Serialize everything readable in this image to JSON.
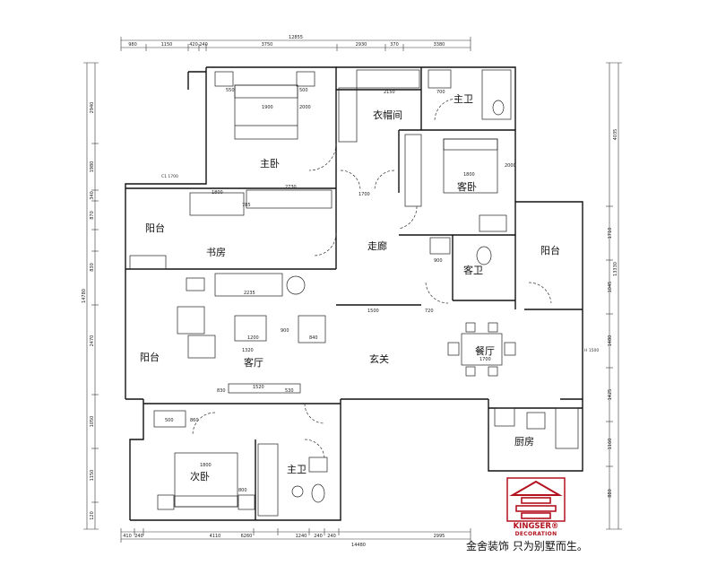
{
  "rooms": {
    "master_bedroom": "主卧",
    "cloakroom": "衣帽间",
    "master_bath": "主卫",
    "guest_bedroom": "客卧",
    "balcony_left_upper": "阳台",
    "study": "书房",
    "corridor": "走廊",
    "guest_bath": "客卫",
    "balcony_right": "阳台",
    "balcony_left_lower": "阳台",
    "living_room": "客厅",
    "foyer": "玄关",
    "dining_room": "餐厅",
    "kitchen": "厨房",
    "second_bedroom": "次卧",
    "second_bath": "主卫"
  },
  "dimensions": {
    "top_total": "12855",
    "top_segments": [
      "980",
      "1150",
      "420",
      "240",
      "3750",
      "2930",
      "370",
      "3380"
    ],
    "bottom_total": "14480",
    "bottom_segments": [
      "410",
      "240",
      "4110",
      "6260",
      "1240",
      "240",
      "240",
      "2995"
    ],
    "left_total": "14780",
    "left_segments": [
      "2940",
      "1980",
      "340",
      "870",
      "830",
      "2470",
      "1050",
      "1150",
      "120"
    ],
    "right_total": "13330",
    "right_top": "4035",
    "right_segments": [
      "1710",
      "1045",
      "1480",
      "1425",
      "1160",
      "880"
    ],
    "furniture": [
      "550",
      "1900",
      "2000",
      "500",
      "2150",
      "700",
      "1800",
      "2000",
      "1800",
      "2730",
      "785",
      "1700",
      "2235",
      "900",
      "1500",
      "720",
      "1200",
      "1320",
      "900",
      "840",
      "1700",
      "830",
      "1520",
      "530",
      "1800",
      "800",
      "500",
      "860"
    ]
  },
  "window_notes": [
    "C1 1700",
    "H 1500"
  ],
  "brand": {
    "name": "KINGSER®",
    "subtitle": "DECORATION",
    "slogan": "金舍装饰 只为别墅而生。"
  },
  "colors": {
    "brand_red": "#b3121e",
    "line": "#111111",
    "background": "#ffffff"
  }
}
